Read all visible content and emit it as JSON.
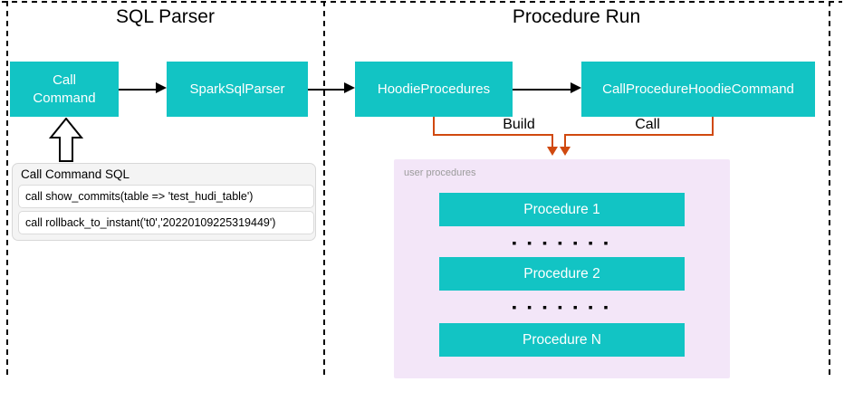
{
  "panels": {
    "sql_parser": {
      "title": "SQL Parser"
    },
    "procedure_run": {
      "title": "Procedure Run"
    }
  },
  "nodes": {
    "call_command": {
      "line1": "Call",
      "line2": "Command"
    },
    "spark_sql_parser": {
      "label": "SparkSqlParser"
    },
    "hoodie_procedures": {
      "label": "HoodieProcedures"
    },
    "call_procedure_hoodie_command": {
      "label": "CallProcedureHoodieCommand"
    }
  },
  "connectors": {
    "build_label": "Build",
    "call_label": "Call"
  },
  "sql_panel": {
    "header": "Call Command SQL",
    "rows": [
      "call show_commits(table => 'test_hudi_table')",
      "call rollback_to_instant('t0','20220109225319449')"
    ]
  },
  "user_procedures": {
    "label": "user procedures",
    "items": [
      "Procedure 1",
      "Procedure 2",
      "Procedure N"
    ],
    "ellipsis": "▪ ▪ ▪ ▪ ▪ ▪ ▪"
  },
  "colors": {
    "node_teal": "#12C4C4",
    "connector_orange": "#D0490F",
    "procedures_bg": "#F3E6F8"
  }
}
